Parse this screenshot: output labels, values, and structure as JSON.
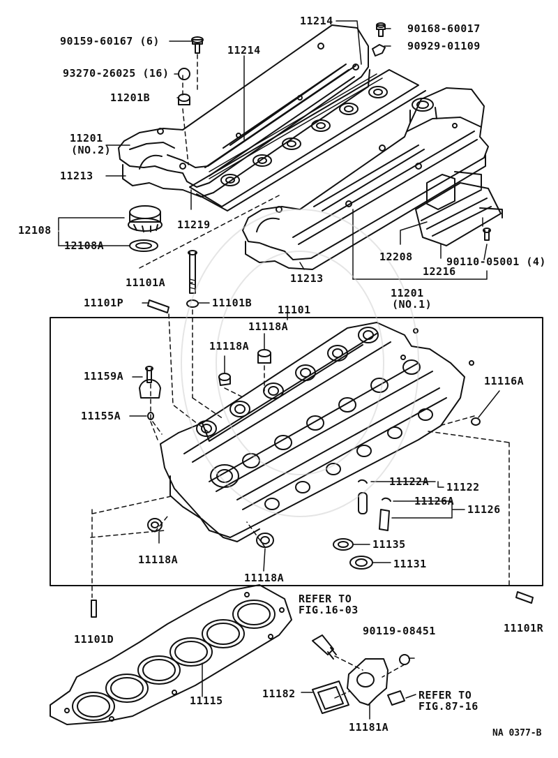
{
  "figure_id": "NA 0377-B",
  "labels": {
    "p90159": "90159-60167 (6)",
    "p93270": "93270-26025 (16)",
    "p11201B": "11201B",
    "p11201_no2_a": "11201",
    "p11201_no2_b": "(NO.2)",
    "p11213_left": "11213",
    "p11214_top": "11214",
    "p11214_mid": "11214",
    "p90168": "90168-60017",
    "p90929": "90929-01109",
    "p12108": "12108",
    "p12108A": "12108A",
    "p11219": "11219",
    "p11101A": "11101A",
    "p11213_right": "11213",
    "p12208": "12208",
    "p90110": "90110-05001 (4)",
    "p12216": "12216",
    "p11201_no1_a": "11201",
    "p11201_no1_b": "(NO.1)",
    "p11101P": "11101P",
    "p11101B": "11101B",
    "p11101": "11101",
    "p11118A_top": "11118A",
    "p11118A_left": "11118A",
    "p11159A": "11159A",
    "p11155A": "11155A",
    "p11116A": "11116A",
    "p11122A": "11122A",
    "p11122": "11122",
    "p11126A": "11126A",
    "p11126": "11126",
    "p11135": "11135",
    "p11131": "11131",
    "p11118A_bl": "11118A",
    "p11118A_bc": "11118A",
    "p11101D": "11101D",
    "p11101R": "11101R",
    "p11115": "11115",
    "refer1_a": "REFER TO",
    "refer1_b": "FIG.16-03",
    "p90119": "90119-08451",
    "p11182": "11182",
    "p11181A": "11181A",
    "refer2_a": "REFER TO",
    "refer2_b": "FIG.87-16"
  }
}
